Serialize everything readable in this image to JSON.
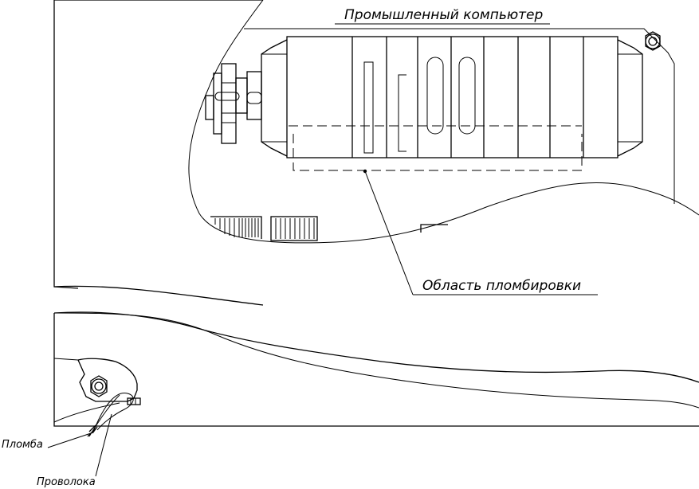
{
  "labels": {
    "computer": "Промышленный компьютер",
    "seal_area": "Область пломбировки",
    "seal": "Пломба",
    "wire": "Проволока"
  },
  "colors": {
    "line": "#000000",
    "background": "#ffffff"
  }
}
